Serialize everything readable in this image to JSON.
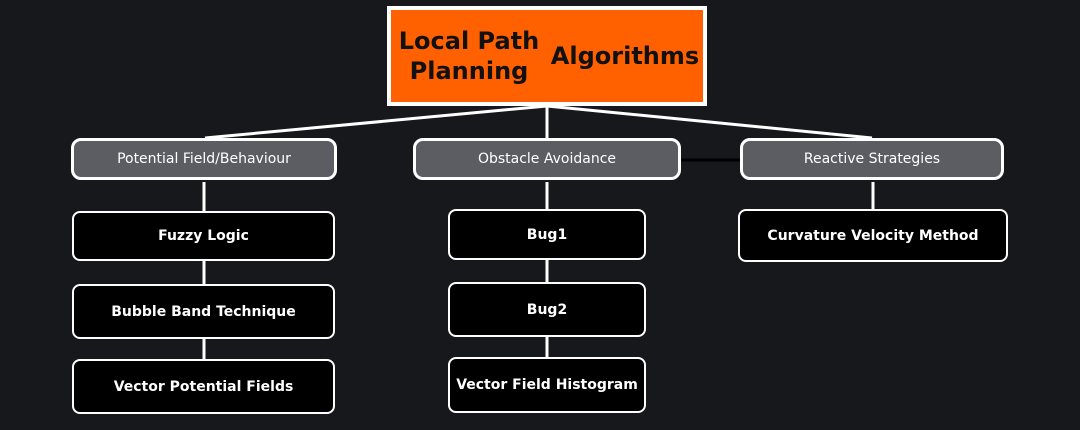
{
  "root": {
    "title_line1": "Local Path Planning",
    "title_line2": "Algorithms"
  },
  "categories": [
    {
      "label": "Potential Field/Behaviour",
      "items": [
        "Fuzzy Logic",
        "Bubble Band Technique",
        "Vector Potential Fields"
      ]
    },
    {
      "label": "Obstacle Avoidance",
      "items": [
        "Bug1",
        "Bug2",
        "Vector Field Histogram"
      ]
    },
    {
      "label": "Reactive Strategies",
      "items": [
        "Curvature Velocity Method"
      ]
    }
  ],
  "colors": {
    "background": "#17181c",
    "root_fill": "#ff6000",
    "category_fill": "#5b5d62",
    "leaf_fill": "#000000",
    "stroke": "#ffffff"
  }
}
